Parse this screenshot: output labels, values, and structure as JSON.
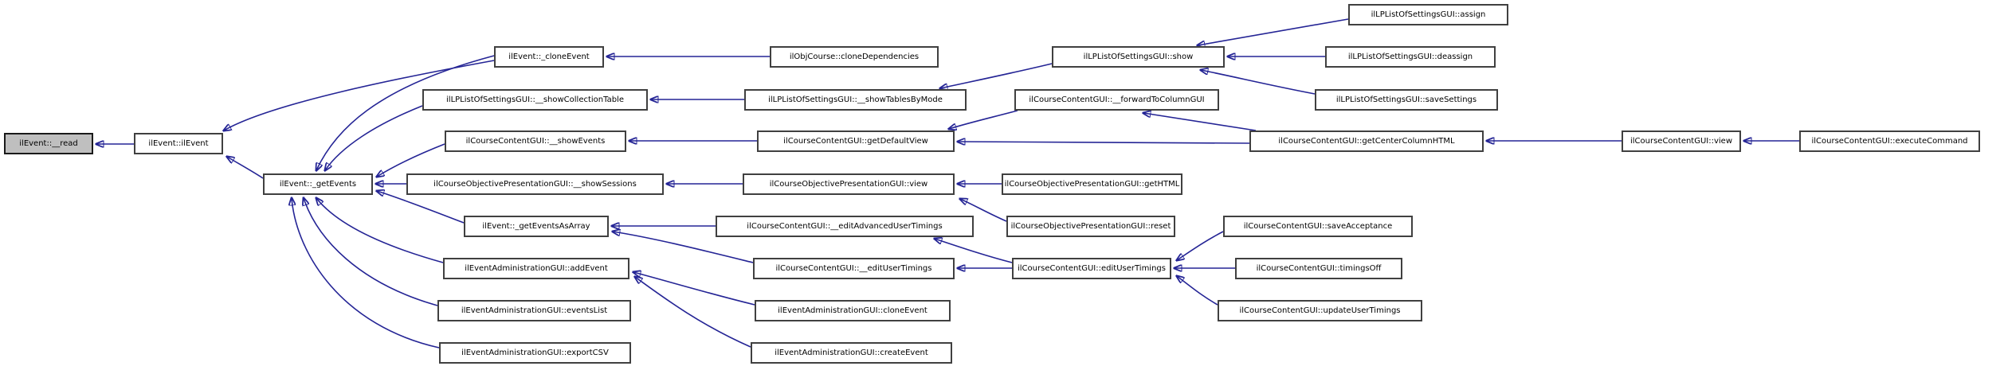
{
  "diagram": {
    "kind": "caller-graph",
    "highlighted_node": "ilEvent::__read",
    "colors": {
      "edge": "#242495",
      "node_border": "#404040",
      "node_fill": "#ffffff",
      "highlight_fill": "#bfbfbf",
      "text": "#000000",
      "background": "#ffffff"
    }
  },
  "nodes": [
    {
      "id": "read",
      "label": "ilEvent::__read",
      "highlighted": true
    },
    {
      "id": "ilEvent",
      "label": "ilEvent::ilEvent",
      "highlighted": false
    },
    {
      "id": "cloneEvent",
      "label": "ilEvent::_cloneEvent",
      "highlighted": false
    },
    {
      "id": "showCollectionTable",
      "label": "ilLPListOfSettingsGUI::__showCollectionTable",
      "highlighted": false
    },
    {
      "id": "showEvents",
      "label": "ilCourseContentGUI::__showEvents",
      "highlighted": false
    },
    {
      "id": "getEvents",
      "label": "ilEvent::_getEvents",
      "highlighted": false
    },
    {
      "id": "showSessions",
      "label": "ilCourseObjectivePresentationGUI::__showSessions",
      "highlighted": false
    },
    {
      "id": "getEventsAsArray",
      "label": "ilEvent::_getEventsAsArray",
      "highlighted": false
    },
    {
      "id": "addEvent",
      "label": "ilEventAdministrationGUI::addEvent",
      "highlighted": false
    },
    {
      "id": "eventsList",
      "label": "ilEventAdministrationGUI::eventsList",
      "highlighted": false
    },
    {
      "id": "exportCSV",
      "label": "ilEventAdministrationGUI::exportCSV",
      "highlighted": false
    },
    {
      "id": "cloneDependencies",
      "label": "ilObjCourse::cloneDependencies",
      "highlighted": false
    },
    {
      "id": "showTablesByMode",
      "label": "ilLPListOfSettingsGUI::__showTablesByMode",
      "highlighted": false
    },
    {
      "id": "forwardToColumnGUI",
      "label": "ilCourseContentGUI::__forwardToColumnGUI",
      "highlighted": false
    },
    {
      "id": "getDefaultView",
      "label": "ilCourseContentGUI::getDefaultView",
      "highlighted": false
    },
    {
      "id": "viewObjective",
      "label": "ilCourseObjectivePresentationGUI::view",
      "highlighted": false
    },
    {
      "id": "editAdvUserTimings",
      "label": "ilCourseContentGUI::__editAdvancedUserTimings",
      "highlighted": false
    },
    {
      "id": "editUserTimingsPriv",
      "label": "ilCourseContentGUI::__editUserTimings",
      "highlighted": false
    },
    {
      "id": "adminCloneEvent",
      "label": "ilEventAdministrationGUI::cloneEvent",
      "highlighted": false
    },
    {
      "id": "adminCreateEvent",
      "label": "ilEventAdministrationGUI::createEvent",
      "highlighted": false
    },
    {
      "id": "lpShow",
      "label": "ilLPListOfSettingsGUI::show",
      "highlighted": false
    },
    {
      "id": "lpAssign",
      "label": "ilLPListOfSettingsGUI::assign",
      "highlighted": false
    },
    {
      "id": "lpDeassign",
      "label": "ilLPListOfSettingsGUI::deassign",
      "highlighted": false
    },
    {
      "id": "lpSaveSettings",
      "label": "ilLPListOfSettingsGUI::saveSettings",
      "highlighted": false
    },
    {
      "id": "getHTML",
      "label": "ilCourseObjectivePresentationGUI::getHTML",
      "highlighted": false
    },
    {
      "id": "reset",
      "label": "ilCourseObjectivePresentationGUI::reset",
      "highlighted": false
    },
    {
      "id": "editUserTimings",
      "label": "ilCourseContentGUI::editUserTimings",
      "highlighted": false
    },
    {
      "id": "saveAcceptance",
      "label": "ilCourseContentGUI::saveAcceptance",
      "highlighted": false
    },
    {
      "id": "timingsOff",
      "label": "ilCourseContentGUI::timingsOff",
      "highlighted": false
    },
    {
      "id": "updateUserTimings",
      "label": "ilCourseContentGUI::updateUserTimings",
      "highlighted": false
    },
    {
      "id": "getCenterColumnHTML",
      "label": "ilCourseContentGUI::getCenterColumnHTML",
      "highlighted": false
    },
    {
      "id": "viewCourseContent",
      "label": "ilCourseContentGUI::view",
      "highlighted": false
    },
    {
      "id": "executeCommand",
      "label": "ilCourseContentGUI::executeCommand",
      "highlighted": false
    }
  ],
  "edges": [
    {
      "from": "ilEvent",
      "to": "read"
    },
    {
      "from": "cloneEvent",
      "to": "ilEvent"
    },
    {
      "from": "getEvents",
      "to": "ilEvent"
    },
    {
      "from": "cloneDependencies",
      "to": "cloneEvent"
    },
    {
      "from": "cloneEvent",
      "to": "getEvents"
    },
    {
      "from": "showCollectionTable",
      "to": "getEvents"
    },
    {
      "from": "showEvents",
      "to": "getEvents"
    },
    {
      "from": "showSessions",
      "to": "getEvents"
    },
    {
      "from": "getEventsAsArray",
      "to": "getEvents"
    },
    {
      "from": "addEvent",
      "to": "getEvents"
    },
    {
      "from": "eventsList",
      "to": "getEvents"
    },
    {
      "from": "exportCSV",
      "to": "getEvents"
    },
    {
      "from": "showTablesByMode",
      "to": "showCollectionTable"
    },
    {
      "from": "lpShow",
      "to": "showTablesByMode"
    },
    {
      "from": "lpAssign",
      "to": "lpShow"
    },
    {
      "from": "lpDeassign",
      "to": "lpShow"
    },
    {
      "from": "lpSaveSettings",
      "to": "lpShow"
    },
    {
      "from": "getDefaultView",
      "to": "showEvents"
    },
    {
      "from": "forwardToColumnGUI",
      "to": "getDefaultView"
    },
    {
      "from": "getCenterColumnHTML",
      "to": "getDefaultView"
    },
    {
      "from": "getCenterColumnHTML",
      "to": "forwardToColumnGUI"
    },
    {
      "from": "viewCourseContent",
      "to": "getCenterColumnHTML"
    },
    {
      "from": "executeCommand",
      "to": "viewCourseContent"
    },
    {
      "from": "viewObjective",
      "to": "showSessions"
    },
    {
      "from": "getHTML",
      "to": "viewObjective"
    },
    {
      "from": "reset",
      "to": "viewObjective"
    },
    {
      "from": "editAdvUserTimings",
      "to": "getEventsAsArray"
    },
    {
      "from": "editUserTimingsPriv",
      "to": "getEventsAsArray"
    },
    {
      "from": "editUserTimings",
      "to": "editAdvUserTimings"
    },
    {
      "from": "editUserTimings",
      "to": "editUserTimingsPriv"
    },
    {
      "from": "saveAcceptance",
      "to": "editUserTimings"
    },
    {
      "from": "timingsOff",
      "to": "editUserTimings"
    },
    {
      "from": "updateUserTimings",
      "to": "editUserTimings"
    },
    {
      "from": "adminCloneEvent",
      "to": "addEvent"
    },
    {
      "from": "adminCreateEvent",
      "to": "addEvent"
    }
  ]
}
